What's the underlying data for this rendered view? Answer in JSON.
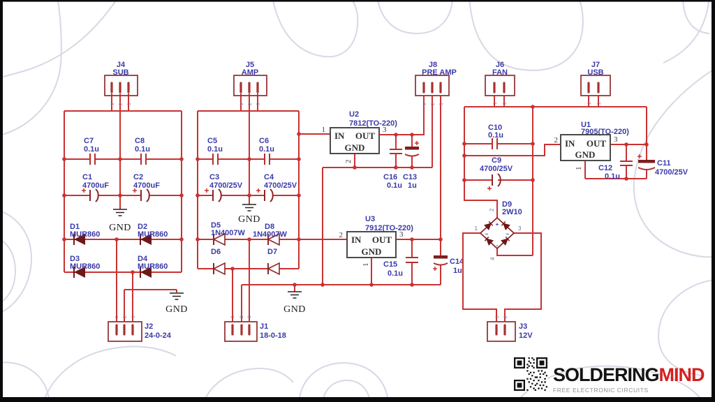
{
  "schematic": {
    "ground_label": "GND",
    "connectors": {
      "j4": {
        "ref": "J4",
        "name": "SUB",
        "pins": [
          "1",
          "2",
          "3"
        ]
      },
      "j5": {
        "ref": "J5",
        "name": "AMP",
        "pins": [
          "1",
          "2",
          "3"
        ]
      },
      "j8": {
        "ref": "J8",
        "name": "PRE AMP",
        "pins": [
          "1",
          "2",
          "3"
        ]
      },
      "j6": {
        "ref": "J6",
        "name": "FAN",
        "pins": [
          "1",
          "2"
        ]
      },
      "j7": {
        "ref": "J7",
        "name": "USB",
        "pins": [
          "1",
          "2"
        ]
      },
      "j2": {
        "ref": "J2",
        "name": "24-0-24",
        "pins": [
          "1",
          "2",
          "3"
        ]
      },
      "j1": {
        "ref": "J1",
        "name": "18-0-18",
        "pins": [
          "1",
          "2",
          "3"
        ]
      },
      "j3": {
        "ref": "J3",
        "name": "12V",
        "pins": [
          "1",
          "2"
        ]
      }
    },
    "regulators": {
      "u2": {
        "ref": "U2",
        "part": "7812(TO-220)",
        "in_label": "IN",
        "out_label": "OUT",
        "gnd_label": "GND",
        "pin_in": "1",
        "pin_out": "3",
        "pin_gnd": "2"
      },
      "u3": {
        "ref": "U3",
        "part": "7912(TO-220)",
        "in_label": "IN",
        "out_label": "OUT",
        "gnd_label": "GND",
        "pin_in": "2",
        "pin_out": "3",
        "pin_gnd": "1"
      },
      "u1": {
        "ref": "U1",
        "part": "7905(TO-220)",
        "in_label": "IN",
        "out_label": "OUT",
        "gnd_label": "GND",
        "pin_in": "2",
        "pin_out": "3",
        "pin_gnd": "1"
      }
    },
    "capacitors": {
      "c1": {
        "ref": "C1",
        "value": "4700uF"
      },
      "c2": {
        "ref": "C2",
        "value": "4700uF"
      },
      "c3": {
        "ref": "C3",
        "value": "4700/25V"
      },
      "c4": {
        "ref": "C4",
        "value": "4700/25V"
      },
      "c5": {
        "ref": "C5",
        "value": "0.1u"
      },
      "c6": {
        "ref": "C6",
        "value": "0.1u"
      },
      "c7": {
        "ref": "C7",
        "value": "0.1u"
      },
      "c8": {
        "ref": "C8",
        "value": "0.1u"
      },
      "c9": {
        "ref": "C9",
        "value": "4700/25V"
      },
      "c10": {
        "ref": "C10",
        "value": "0.1u"
      },
      "c11": {
        "ref": "C11",
        "value": "4700/25V"
      },
      "c12": {
        "ref": "C12",
        "value": "0.1u"
      },
      "c13": {
        "ref": "C13",
        "value": "1u"
      },
      "c14": {
        "ref": "C14",
        "value": "1u"
      },
      "c15": {
        "ref": "C15",
        "value": "0.1u"
      },
      "c16": {
        "ref": "C16",
        "value": "0.1u"
      }
    },
    "diodes": {
      "d1": {
        "ref": "D1",
        "value": "MUR860"
      },
      "d2": {
        "ref": "D2",
        "value": "MUR860"
      },
      "d3": {
        "ref": "D3",
        "value": "MUR860"
      },
      "d4": {
        "ref": "D4",
        "value": "MUR860"
      },
      "d5": {
        "ref": "D5",
        "value": "1N4007W"
      },
      "d6": {
        "ref": "D6"
      },
      "d7": {
        "ref": "D7"
      },
      "d8": {
        "ref": "D8",
        "value": "1N4007W"
      },
      "d9": {
        "ref": "D9",
        "value": "2W10",
        "pins": [
          "1",
          "2",
          "3",
          "4"
        ],
        "plus": "+",
        "minus": "-",
        "ac": "~"
      }
    }
  },
  "branding": {
    "brand_first": "SOLDERING",
    "brand_second": "MIND",
    "tagline": "FREE ELECTRONIC CIRCUITS"
  },
  "colors": {
    "wire": "#c93232",
    "component": "#973636",
    "label_blue": "#3939a9",
    "diode_fill": "#701717",
    "brand_red": "#d41f1f",
    "contour": "#d8d8e6"
  }
}
